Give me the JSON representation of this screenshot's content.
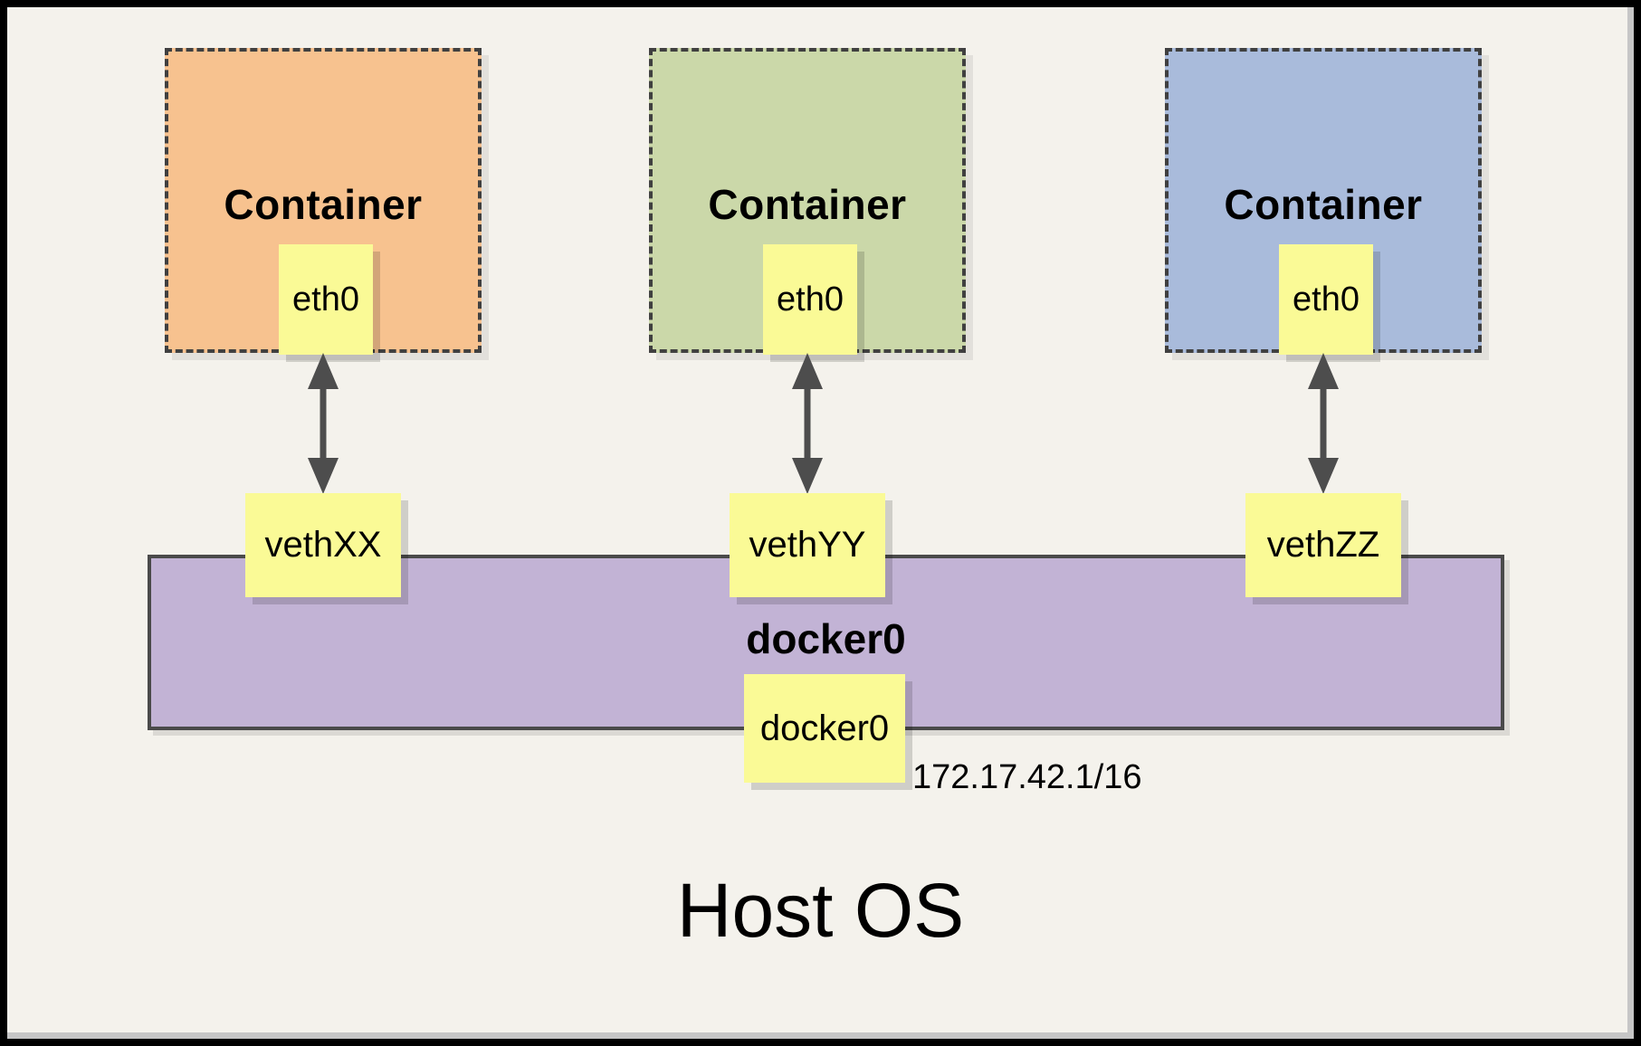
{
  "containers": [
    {
      "label": "Container",
      "interface_label": "eth0",
      "fill": "#F7C28F"
    },
    {
      "label": "Container",
      "interface_label": "eth0",
      "fill": "#CBD8A9"
    },
    {
      "label": "Container",
      "interface_label": "eth0",
      "fill": "#A9BBDB"
    }
  ],
  "veths": [
    {
      "label": "vethXX"
    },
    {
      "label": "vethYY"
    },
    {
      "label": "vethZZ"
    }
  ],
  "bridge": {
    "title": "docker0",
    "interface_label": "docker0",
    "ip_address": "172.17.42.1/16",
    "fill": "#C2B3D5"
  },
  "host": {
    "label": "Host OS"
  },
  "colors": {
    "background": "#F4F2EC",
    "frame_border": "#000000",
    "container_orange": "#F7C28F",
    "container_green": "#CBD8A9",
    "container_blue": "#A9BBDB",
    "interface_yellow": "#FAFA96",
    "bridge_purple": "#C2B3D5",
    "dashed_border_gray": "#404040",
    "arrow_gray": "#4D4D4D"
  }
}
